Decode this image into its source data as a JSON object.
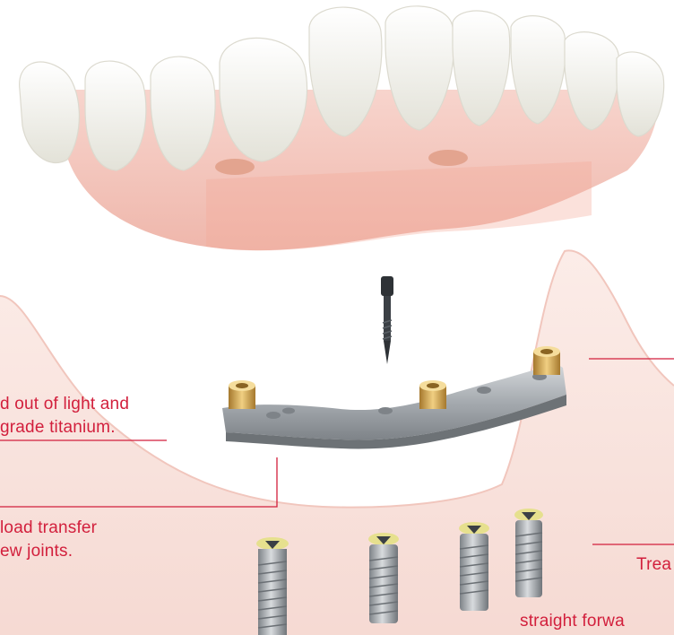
{
  "callouts": {
    "material_line1": "d out of light and",
    "material_line2": "grade titanium.",
    "load_line1": "load transfer",
    "load_line2": "ew joints.",
    "treatment_fragment": "Trea",
    "straight_fragment": "straight forwa"
  },
  "colors": {
    "accent": "#d21f3c",
    "gum": "#f2c4bb",
    "gum_light": "#f8e3dd",
    "teeth": "#f4f4ef",
    "titanium": "#a9adb1",
    "gold": "#c9a14a"
  },
  "icons": {
    "prosthesis": "denture-icon",
    "screw": "screw-icon",
    "bar": "titanium-bar-icon",
    "implant": "implant-icon",
    "jaw": "jawbone-icon"
  }
}
